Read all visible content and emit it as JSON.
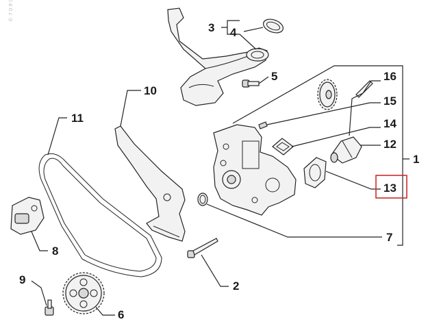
{
  "watermark": "© 7 0 9 0 ©",
  "callouts": {
    "c1": "1",
    "c2": "2",
    "c3": "3",
    "c4": "4",
    "c5": "5",
    "c6": "6",
    "c7": "7",
    "c8": "8",
    "c9": "9",
    "c10": "10",
    "c11": "11",
    "c12": "12",
    "c13": "13",
    "c14": "14",
    "c15": "15",
    "c16": "16"
  },
  "highlight": {
    "callout": "13",
    "color": "#cc2b2b"
  },
  "colors": {
    "line": "#222222",
    "fill": "#f2f2f2",
    "shade": "#d9d9d9"
  }
}
